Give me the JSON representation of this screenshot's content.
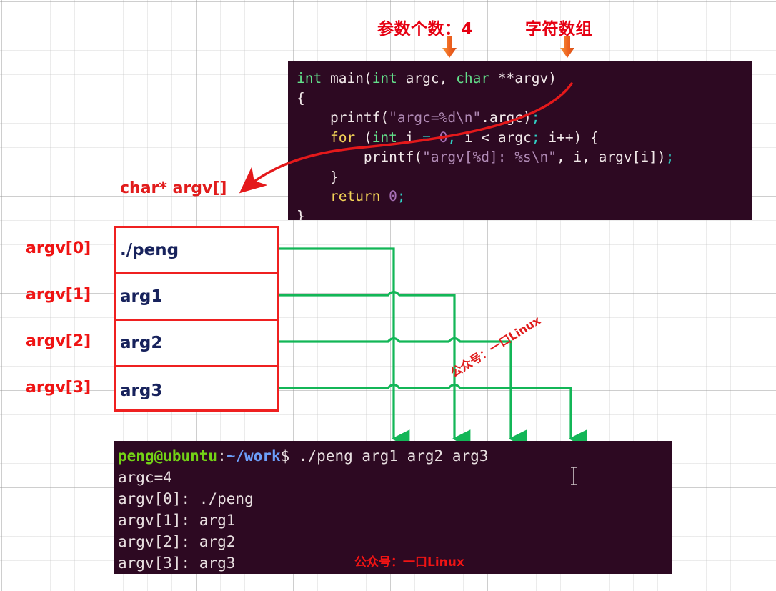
{
  "annotations": {
    "argc_label": "参数个数：4",
    "argv_label": "字符数组",
    "char_argv_label": "char* argv[]",
    "arrow_color": "#ef6421",
    "label_color": "#e60012"
  },
  "code_block": {
    "background": "#2d0922",
    "lines": [
      [
        {
          "t": "int",
          "c": "type"
        },
        {
          "t": " main(",
          "c": "plain"
        },
        {
          "t": "int",
          "c": "type"
        },
        {
          "t": " argc, ",
          "c": "plain"
        },
        {
          "t": "char",
          "c": "type"
        },
        {
          "t": " **argv)",
          "c": "plain"
        }
      ],
      [
        {
          "t": "{",
          "c": "plain"
        }
      ],
      [
        {
          "t": "    printf(",
          "c": "plain"
        },
        {
          "t": "\"argc=%d\\n\"",
          "c": "str"
        },
        {
          "t": ".argc)",
          "c": "plain"
        },
        {
          "t": ";",
          "c": "punct"
        }
      ],
      [
        {
          "t": "    ",
          "c": "plain"
        },
        {
          "t": "for",
          "c": "kw"
        },
        {
          "t": " (",
          "c": "plain"
        },
        {
          "t": "int",
          "c": "type"
        },
        {
          "t": " i ",
          "c": "plain"
        },
        {
          "t": "=",
          "c": "punct"
        },
        {
          "t": " ",
          "c": "plain"
        },
        {
          "t": "0",
          "c": "num"
        },
        {
          "t": ";",
          "c": "punct"
        },
        {
          "t": " i ",
          "c": "plain"
        },
        {
          "t": "<",
          "c": "plain"
        },
        {
          "t": " argc",
          "c": "plain"
        },
        {
          "t": ";",
          "c": "punct"
        },
        {
          "t": " i++) {",
          "c": "plain"
        }
      ],
      [
        {
          "t": "        printf(",
          "c": "plain"
        },
        {
          "t": "\"argv[%d]: %s\\n\"",
          "c": "str"
        },
        {
          "t": ", i, argv[i])",
          "c": "plain"
        },
        {
          "t": ";",
          "c": "punct"
        }
      ],
      [
        {
          "t": "    }",
          "c": "plain"
        }
      ],
      [
        {
          "t": "    ",
          "c": "plain"
        },
        {
          "t": "return",
          "c": "kw"
        },
        {
          "t": " ",
          "c": "plain"
        },
        {
          "t": "0",
          "c": "num"
        },
        {
          "t": ";",
          "c": "punct"
        }
      ],
      [
        {
          "t": "}",
          "c": "plain"
        }
      ]
    ],
    "plain_text": "int main(int argc, char **argv)\n{\n    printf(\"argc=%d\\n\".argc);\n    for (int i = 0; i < argc; i++) {\n        printf(\"argv[%d]: %s\\n\", i, argv[i]);\n    }\n    return 0;\n}"
  },
  "argv_array": {
    "border_color": "#ef2020",
    "value_color": "#17225c",
    "index_color": "#ef1414",
    "rows": [
      {
        "index": "argv[0]",
        "value": "./peng"
      },
      {
        "index": "argv[1]",
        "value": "arg1"
      },
      {
        "index": "argv[2]",
        "value": "arg2"
      },
      {
        "index": "argv[3]",
        "value": "arg3"
      }
    ]
  },
  "connectors": {
    "color": "#13b657",
    "description": "green routed lines from each argv cell down to the matching token in the terminal command line"
  },
  "watermarks": {
    "diagonal": "公众号：一口Linux",
    "terminal": "公众号：一口Linux",
    "color": "#ef1414"
  },
  "terminal": {
    "background": "#2d0922",
    "prompt": {
      "user_host": "peng@ubuntu",
      "colon": ":",
      "path": "~/work",
      "dollar": "$",
      "command": " ./peng arg1 arg2 arg3"
    },
    "output_lines": [
      "argc=4",
      "argv[0]: ./peng",
      "argv[1]: arg1",
      "argv[2]: arg2",
      "argv[3]: arg3"
    ],
    "colors": {
      "user": "#73d216",
      "path": "#6c9ef8",
      "text": "#e8dfe0"
    }
  }
}
